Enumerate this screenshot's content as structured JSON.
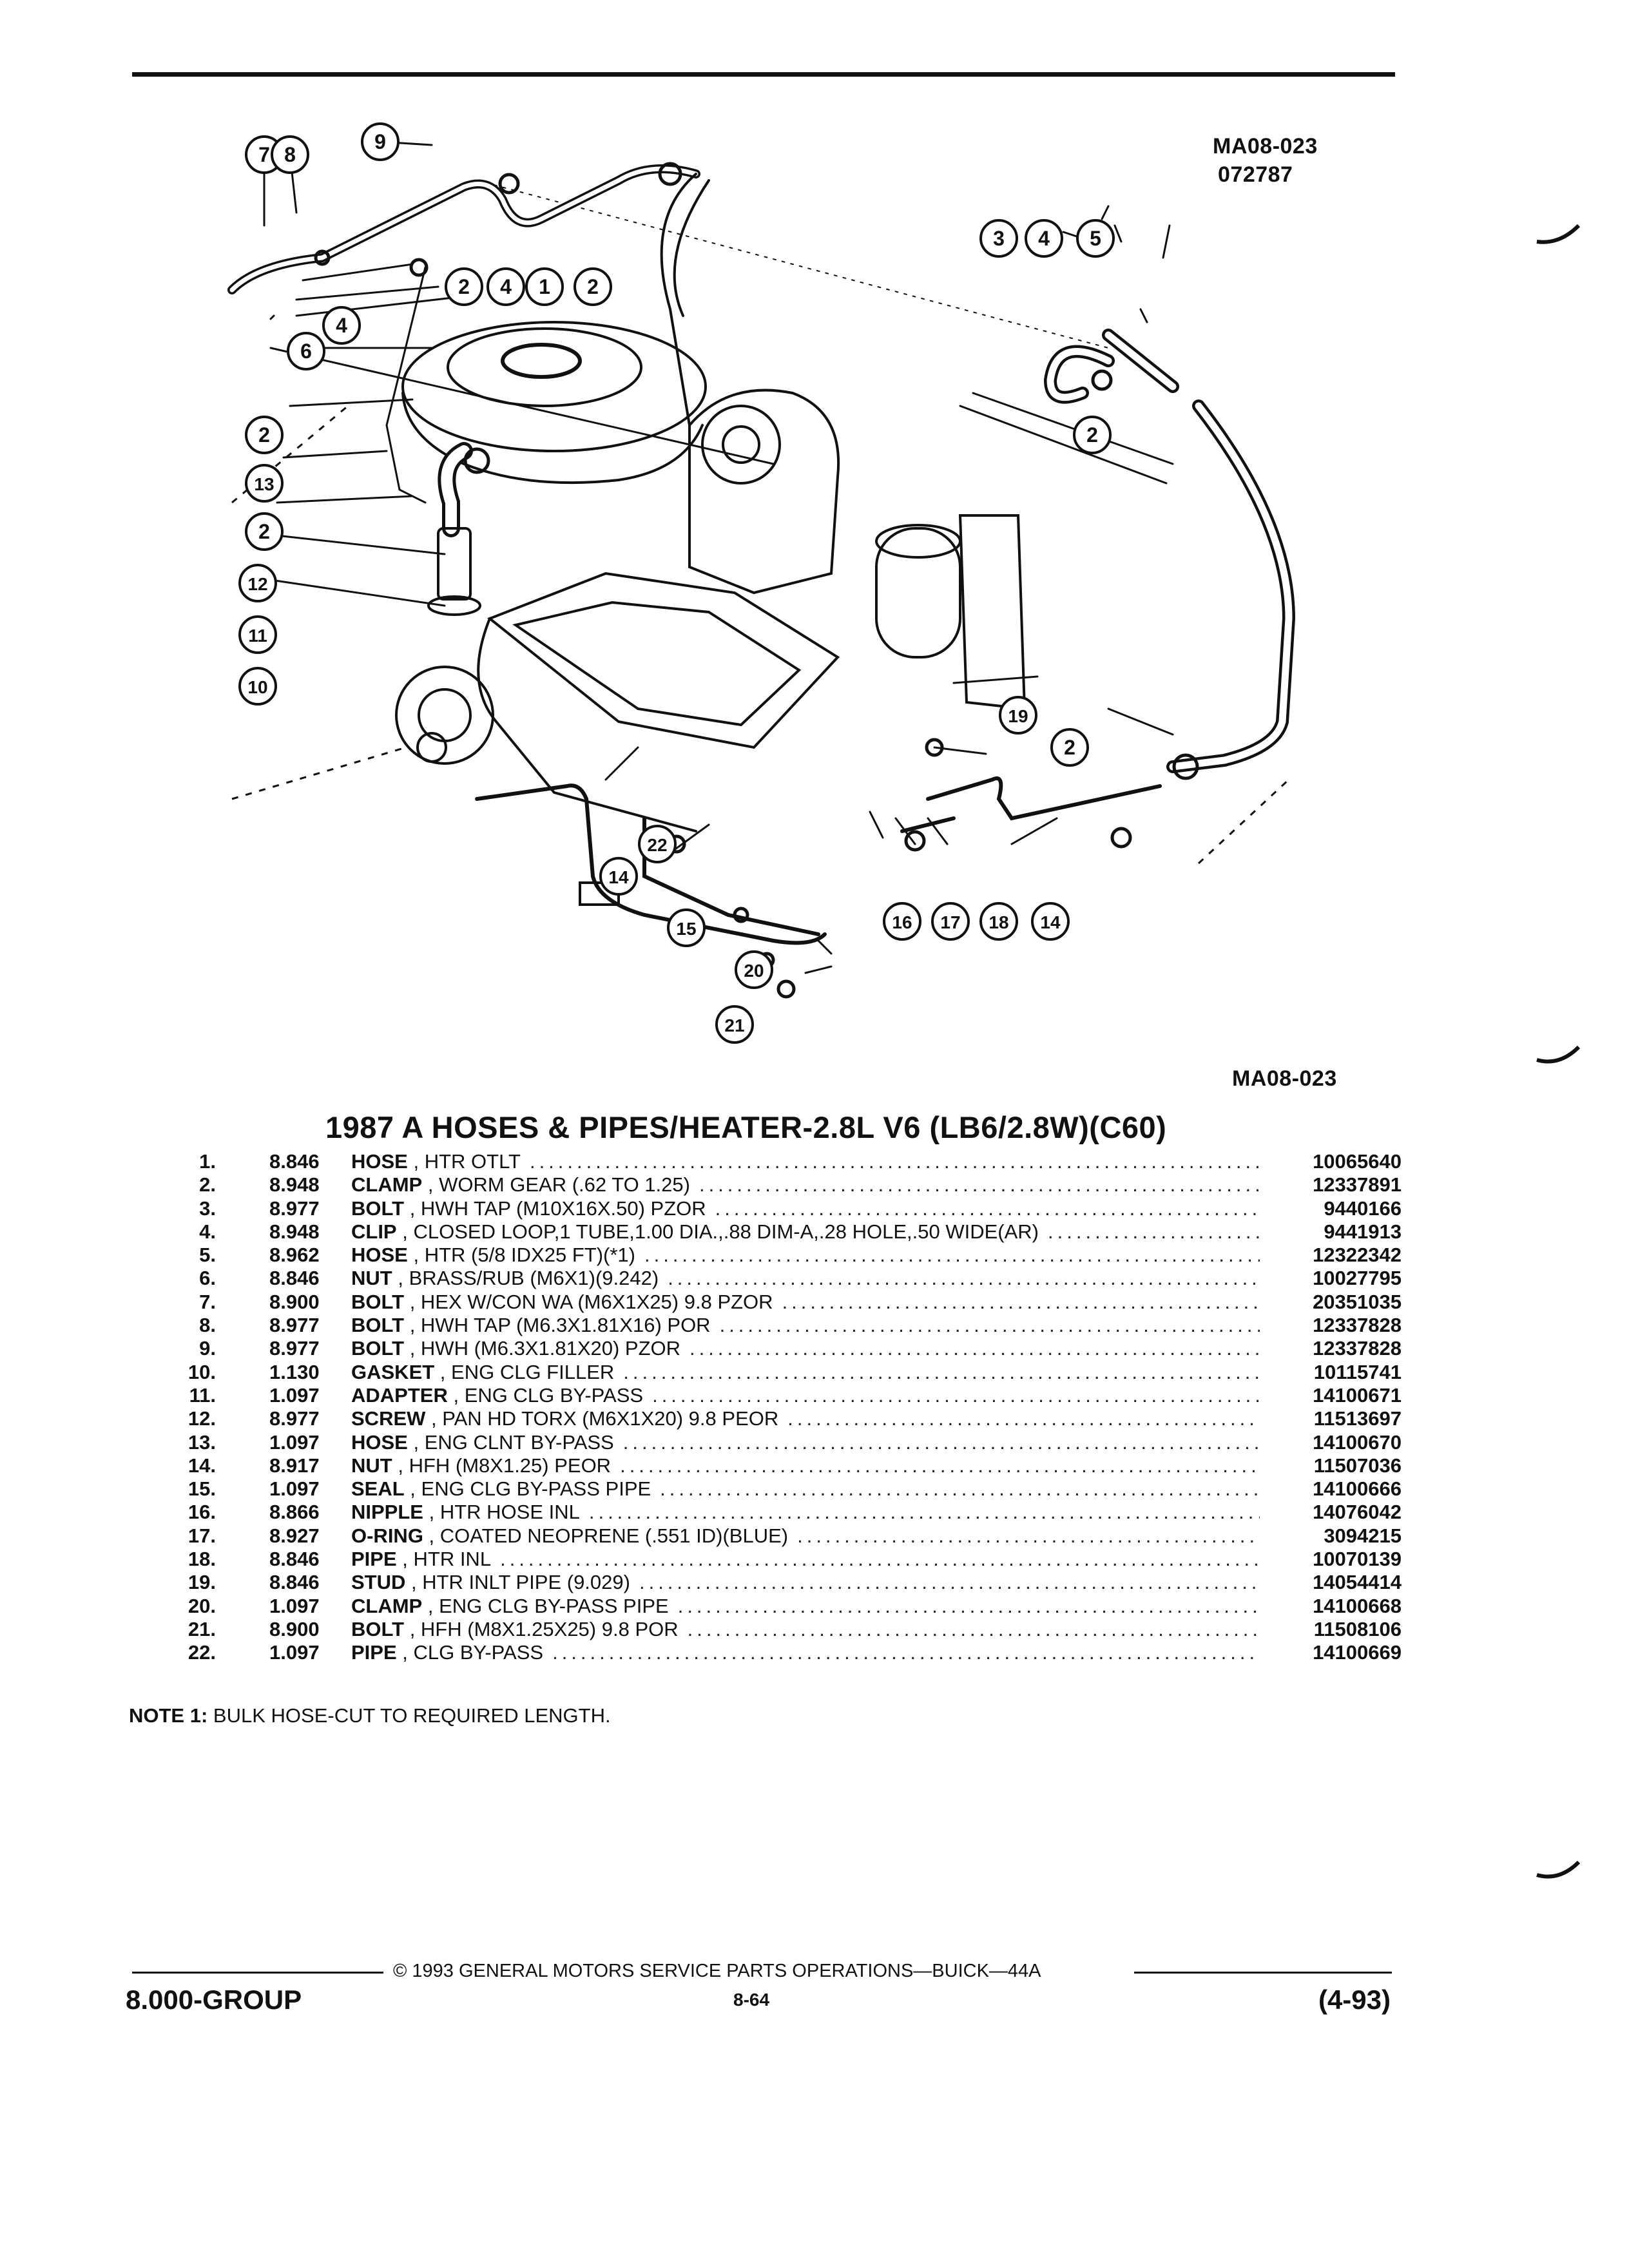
{
  "figure": {
    "code_top": "MA08-023",
    "date_code": "072787",
    "code_bottom": "MA08-023",
    "callouts": [
      "7",
      "8",
      "9",
      "2",
      "4",
      "1",
      "2",
      "4",
      "6",
      "3",
      "4",
      "5",
      "2",
      "2",
      "13",
      "2",
      "12",
      "11",
      "10",
      "19",
      "2",
      "22",
      "14",
      "15",
      "16",
      "17",
      "18",
      "14",
      "20",
      "21"
    ]
  },
  "title": "1987 A HOSES & PIPES/HEATER-2.8L V6 (LB6/2.8W)(C60)",
  "parts": [
    {
      "no": "1.",
      "grp": "8.846",
      "name": "HOSE",
      "spec": "HTR OTLT",
      "pn": "10065640"
    },
    {
      "no": "2.",
      "grp": "8.948",
      "name": "CLAMP",
      "spec": "WORM GEAR (.62 TO 1.25)",
      "pn": "12337891"
    },
    {
      "no": "3.",
      "grp": "8.977",
      "name": "BOLT",
      "spec": "HWH TAP (M10X16X.50) PZOR",
      "pn": "9440166"
    },
    {
      "no": "4.",
      "grp": "8.948",
      "name": "CLIP",
      "spec": "CLOSED LOOP,1 TUBE,1.00 DIA.,.88 DIM-A,.28 HOLE,.50 WIDE(AR)",
      "pn": "9441913"
    },
    {
      "no": "5.",
      "grp": "8.962",
      "name": "HOSE",
      "spec": "HTR (5/8 IDX25 FT)(*1)",
      "pn": "12322342"
    },
    {
      "no": "6.",
      "grp": "8.846",
      "name": "NUT",
      "spec": "BRASS/RUB (M6X1)(9.242)",
      "pn": "10027795"
    },
    {
      "no": "7.",
      "grp": "8.900",
      "name": "BOLT",
      "spec": "HEX W/CON WA (M6X1X25) 9.8 PZOR",
      "pn": "20351035"
    },
    {
      "no": "8.",
      "grp": "8.977",
      "name": "BOLT",
      "spec": "HWH TAP (M6.3X1.81X16) POR",
      "pn": "12337828"
    },
    {
      "no": "9.",
      "grp": "8.977",
      "name": "BOLT",
      "spec": "HWH (M6.3X1.81X20) PZOR",
      "pn": "12337828"
    },
    {
      "no": "10.",
      "grp": "1.130",
      "name": "GASKET",
      "spec": "ENG CLG FILLER",
      "pn": "10115741"
    },
    {
      "no": "11.",
      "grp": "1.097",
      "name": "ADAPTER",
      "spec": "ENG CLG BY-PASS",
      "pn": "14100671"
    },
    {
      "no": "12.",
      "grp": "8.977",
      "name": "SCREW",
      "spec": "PAN HD TORX (M6X1X20) 9.8 PEOR",
      "pn": "11513697"
    },
    {
      "no": "13.",
      "grp": "1.097",
      "name": "HOSE",
      "spec": "ENG CLNT BY-PASS",
      "pn": "14100670"
    },
    {
      "no": "14.",
      "grp": "8.917",
      "name": "NUT",
      "spec": "HFH (M8X1.25) PEOR",
      "pn": "11507036"
    },
    {
      "no": "15.",
      "grp": "1.097",
      "name": "SEAL",
      "spec": "ENG CLG BY-PASS PIPE",
      "pn": "14100666"
    },
    {
      "no": "16.",
      "grp": "8.866",
      "name": "NIPPLE",
      "spec": "HTR HOSE INL",
      "pn": "14076042"
    },
    {
      "no": "17.",
      "grp": "8.927",
      "name": "O-RING",
      "spec": "COATED NEOPRENE (.551 ID)(BLUE)",
      "pn": "3094215"
    },
    {
      "no": "18.",
      "grp": "8.846",
      "name": "PIPE",
      "spec": "HTR INL",
      "pn": "10070139"
    },
    {
      "no": "19.",
      "grp": "8.846",
      "name": "STUD",
      "spec": "HTR INLT PIPE (9.029)",
      "pn": "14054414"
    },
    {
      "no": "20.",
      "grp": "1.097",
      "name": "CLAMP",
      "spec": "ENG CLG BY-PASS PIPE",
      "pn": "14100668"
    },
    {
      "no": "21.",
      "grp": "8.900",
      "name": "BOLT",
      "spec": "HFH (M8X1.25X25) 9.8 POR",
      "pn": "11508106"
    },
    {
      "no": "22.",
      "grp": "1.097",
      "name": "PIPE",
      "spec": "CLG BY-PASS",
      "pn": "14100669"
    }
  ],
  "note": {
    "label": "NOTE  1:",
    "text": "BULK HOSE-CUT TO REQUIRED LENGTH."
  },
  "footer": {
    "copyright": "© 1993 GENERAL MOTORS SERVICE PARTS OPERATIONS—BUICK—44A",
    "group": "8.000-GROUP",
    "page": "8-64",
    "revision": "(4-93)"
  }
}
